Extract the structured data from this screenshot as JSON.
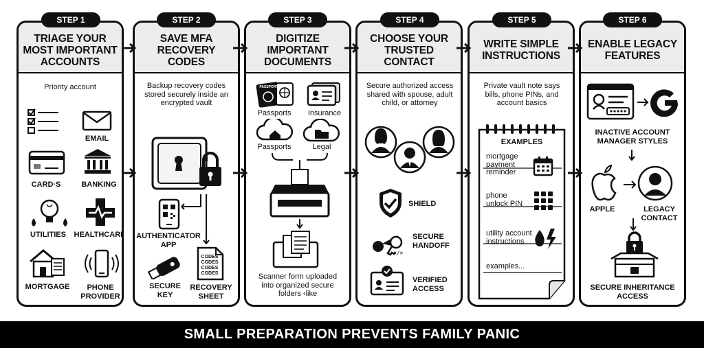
{
  "footer": "SMALL PREPARATION PREVENTS FAMILY PANIC",
  "steps": [
    {
      "badge": "STEP 1",
      "title": "TRIAGE YOUR MOST IMPORTANT ACCOUNTS",
      "note": "Priority account",
      "items": [
        "EMAIL",
        "CARD·S",
        "BANKING",
        "UTILITIES",
        "HEALTHCARE",
        "MORTGAGE",
        "PHONE PROVIDER"
      ]
    },
    {
      "badge": "STEP 2",
      "title": "SAVE MFA RECOVERY CODES",
      "note": "Backup recovery codes stored securely inside an encrypted vault",
      "items": [
        "AUTHENTICATOR APP",
        "SECURE KEY",
        "RECOVERY SHEET"
      ],
      "codes": "CODES"
    },
    {
      "badge": "STEP 3",
      "title": "DIGITIZE IMPORTANT DOCUMENTS",
      "items": [
        "Passports",
        "Insurance",
        "Passports",
        "Legal"
      ],
      "passport_word": "PASSPORT",
      "note": "Scanner form uploaded into organized secure folders ‹like"
    },
    {
      "badge": "STEP 4",
      "title": "CHOOSE YOUR TRUSTED CONTACT",
      "note": "Secure authorized access shared with spouse, adult child, or attorney",
      "items": [
        "SHIELD",
        "SECURE HANDOFF",
        "VERIFIED ACCESS"
      ]
    },
    {
      "badge": "STEP 5",
      "title": "WRITE SIMPLE INSTRUCTIONS",
      "note": "Private vault note says bills, phone PINs, and account basics",
      "examples_header": "EXAMPLES",
      "items": [
        "mortgage payment reminder",
        "phone unlock PIN",
        "utility account instructions",
        "examples..."
      ]
    },
    {
      "badge": "STEP 6",
      "title": "ENABLE LEGACY FEATURES",
      "items": [
        "INACTIVE ACCOUNT MANAGER STYLES",
        "APPLE",
        "LEGACY CONTACT",
        "SECURE INHERITANCE ACCESS"
      ]
    }
  ]
}
